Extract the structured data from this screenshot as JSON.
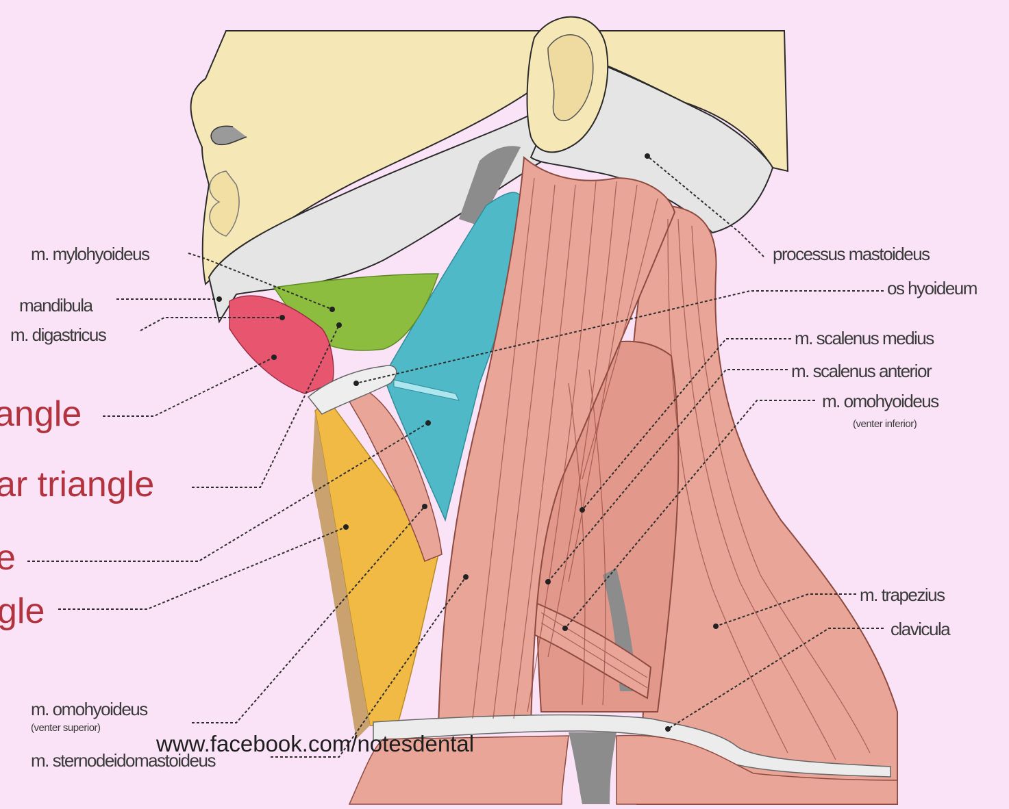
{
  "labels": {
    "mylohyoideus": "m. mylohyoideus",
    "mandibula": "mandibula",
    "digastricus": "m. digastricus",
    "processus_mastoideus": "processus mastoideus",
    "os_hyoideum": "os hyoideum",
    "scalenus_medius": "m. scalenus medius",
    "scalenus_anterior": "m. scalenus anterior",
    "omohyoideus_inferior": "m. omohyoideus",
    "omohyoideus_inferior_sub": "(venter inferior)",
    "trapezius": "m. trapezius",
    "clavicula": "clavicula",
    "omohyoideus_superior": "m. omohyoideus",
    "omohyoideus_superior_sub": "(venter superior)",
    "sternocleidomastoideus": "m. sternodeidomastoideus"
  },
  "triangles": {
    "t1": "angle",
    "t2": "ar triangle",
    "t3": "e",
    "t4": "gle"
  },
  "watermark": "www.facebook.com/notesdental",
  "colors": {
    "background": "#fbe3f7",
    "skin": "#f5e7b6",
    "bone": "#e5e5e5",
    "muscle": "#e8a598",
    "submandibular_green": "#8cbd3e",
    "carotid_teal": "#4fb9c8",
    "muscular_yellow": "#f0ba45",
    "digastric_pink": "#e8556f",
    "triangle_label_red": "#b2333e"
  }
}
